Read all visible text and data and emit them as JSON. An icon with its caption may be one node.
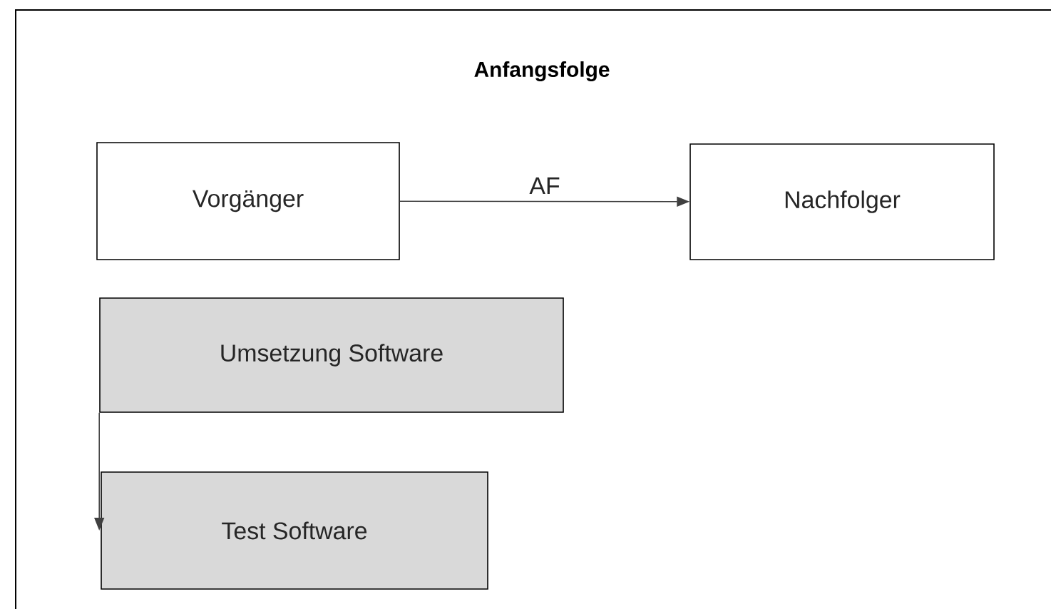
{
  "diagram": {
    "title": "Anfangsfolge",
    "nodes": [
      {
        "text": [
          "Vorgänger"
        ]
      },
      {
        "text": [
          "Nachfolger"
        ]
      },
      {
        "text": [
          "Umsetzung  Software"
        ]
      },
      {
        "text": [
          "Test  Software"
        ]
      }
    ],
    "edges": [
      {
        "from": 0,
        "to": 1,
        "arrow": "to",
        "label": "AF"
      },
      {
        "from": 2,
        "to": 3,
        "arrow": "to"
      }
    ]
  }
}
